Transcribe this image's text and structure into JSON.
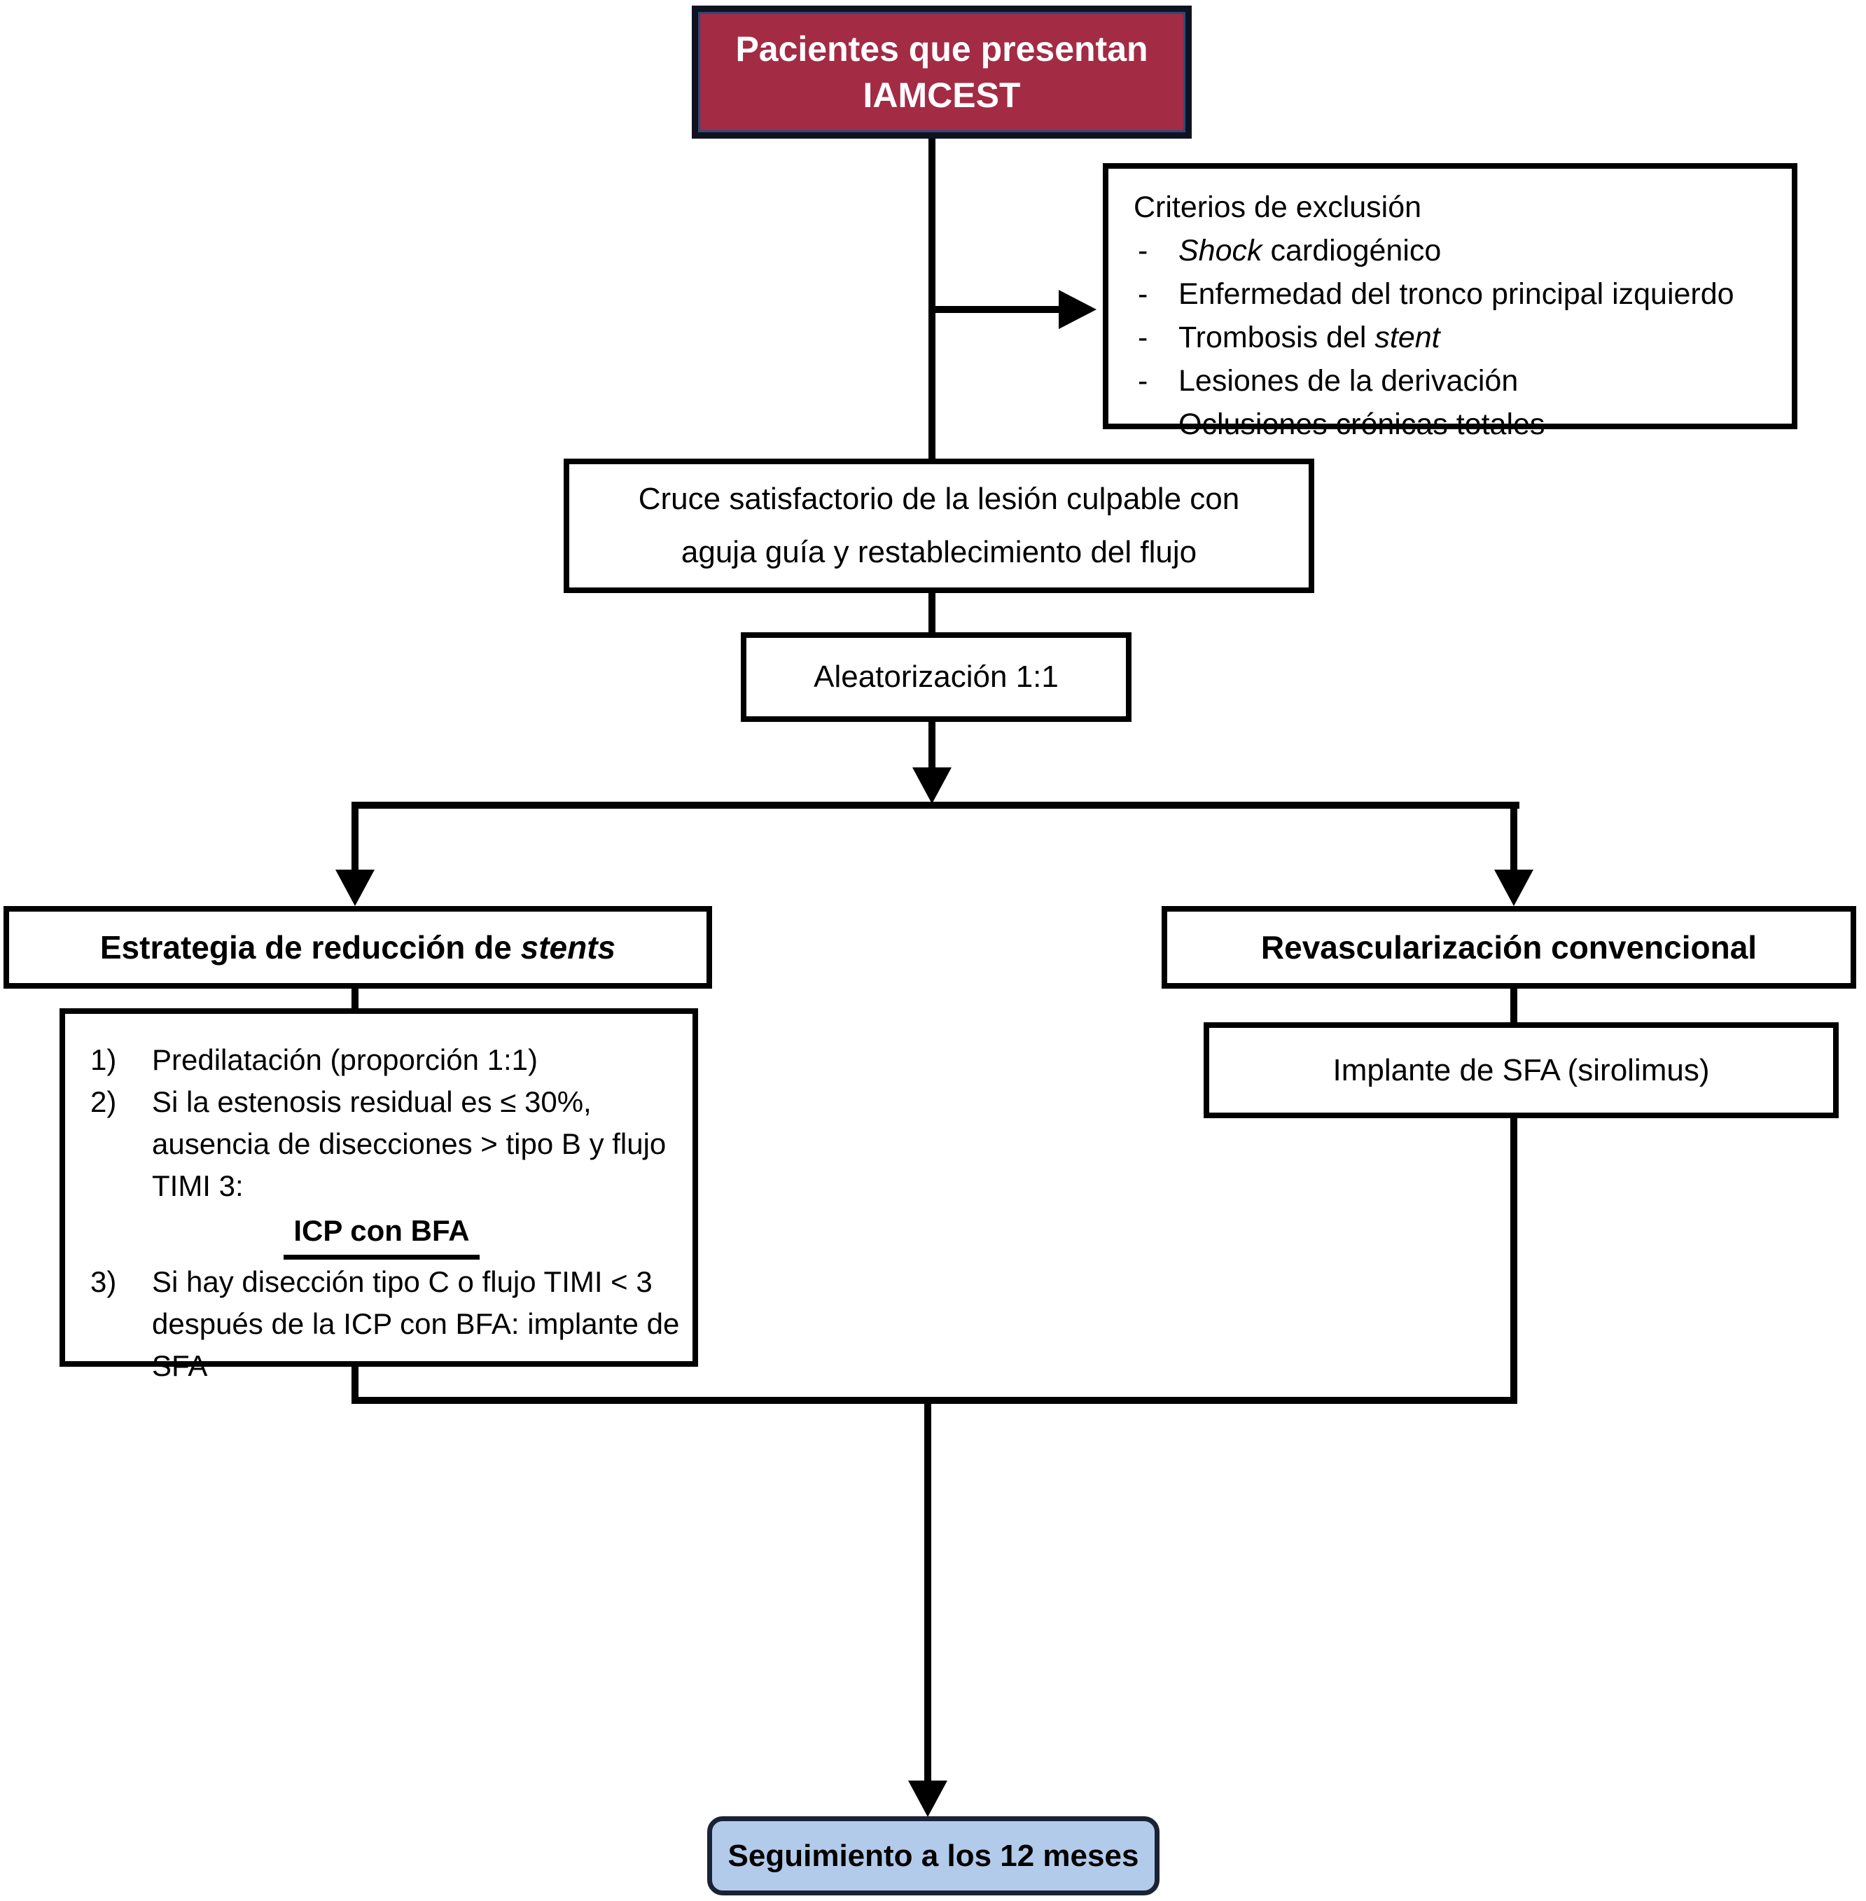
{
  "colors": {
    "patients_maroon": "#a32b44",
    "followup_blue": "#b3cbea",
    "connector_black": "#000000"
  },
  "flowchart": {
    "patients": {
      "line1": "Pacientes que presentan",
      "line2": "IAMCEST"
    },
    "exclusion": {
      "title": "Criterios de exclusión",
      "bullet": "-",
      "items": [
        {
          "pre": "",
          "it": "Shock",
          "post": " cardiogénico"
        },
        {
          "pre": "Enfermedad del tronco principal izquierdo",
          "it": "",
          "post": ""
        },
        {
          "pre": "Trombosis del ",
          "it": "stent",
          "post": ""
        },
        {
          "pre": "Lesiones de la derivación",
          "it": "",
          "post": ""
        },
        {
          "pre": "Oclusiones crónicas totales",
          "it": "",
          "post": ""
        }
      ]
    },
    "crossing": {
      "line1": "Cruce satisfactorio de la lesión culpable con",
      "line2": "aguja guía y restablecimiento del flujo"
    },
    "randomization": {
      "label": "Aleatorización 1:1"
    },
    "left_arm": {
      "header_pre": "Estrategia de reducción de ",
      "header_it": "stents",
      "steps": [
        {
          "num": "1)",
          "text": "Predilatación (proporción 1:1)"
        },
        {
          "num": "2)",
          "text": "Si la estenosis residual es ≤ 30%, ausencia de disecciones > tipo B y flujo TIMI 3:"
        },
        {
          "num": "3)",
          "text": "Si hay disección tipo C o flujo TIMI < 3 después de la ICP con BFA: implante de SFA"
        }
      ],
      "icp_label": "ICP con BFA"
    },
    "right_arm": {
      "header": "Revascularización convencional",
      "implant": "Implante de SFA (sirolimus)"
    },
    "followup": {
      "label": "Seguimiento a los 12 meses"
    }
  }
}
